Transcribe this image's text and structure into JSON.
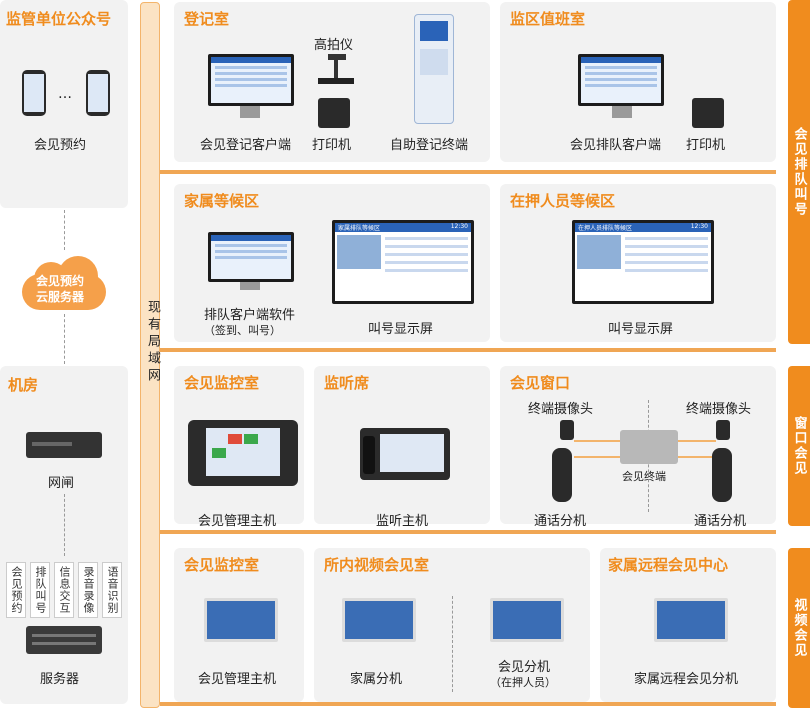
{
  "left": {
    "supervisor_title": "监管单位公众号",
    "ellipsis": "…",
    "booking_label": "会见预约",
    "cloud_label_1": "会见预约",
    "cloud_label_2": "云服务器",
    "machine_room_title": "机房",
    "gateway_label": "网闸",
    "server_modules": [
      "会见预约",
      "排队叫号",
      "信息交互",
      "录音录像",
      "语音识别"
    ],
    "server_label": "服务器"
  },
  "bus_label": "现有局域网",
  "sections": {
    "queue": "会见排队叫号",
    "window": "窗口会见",
    "video": "视频会见"
  },
  "registration": {
    "title": "登记室",
    "camera_label": "高拍仪",
    "client_label": "会见登记客户端",
    "printer_label": "打印机",
    "kiosk_label": "自助登记终端"
  },
  "duty": {
    "title": "监区值班室",
    "client_label": "会见排队客户端",
    "printer_label": "打印机"
  },
  "family_wait": {
    "title": "家属等候区",
    "software_label": "排队客户端软件",
    "software_sub": "（签到、叫号）",
    "screen_label": "叫号显示屏",
    "screen_header": "家属排队等候区",
    "screen_time": "12:30"
  },
  "inmate_wait": {
    "title": "在押人员等候区",
    "screen_label": "叫号显示屏",
    "screen_header": "在押人员排队等候区",
    "screen_time": "12:30"
  },
  "monitor_room": {
    "title": "会见监控室",
    "host_label": "会见管理主机"
  },
  "listen": {
    "title": "监听席",
    "host_label": "监听主机"
  },
  "window": {
    "title": "会见窗口",
    "camera_left": "终端摄像头",
    "camera_right": "终端摄像头",
    "terminal_label": "会见终端",
    "phone_left": "通话分机",
    "phone_right": "通话分机"
  },
  "video_monitor": {
    "title": "会见监控室",
    "host_label": "会见管理主机"
  },
  "video_room": {
    "title": "所内视频会见室",
    "family_label": "家属分机",
    "inmate_label": "会见分机",
    "inmate_sub": "（在押人员）"
  },
  "remote": {
    "title": "家属远程会见中心",
    "label": "家属远程会见分机"
  },
  "colors": {
    "accent": "#f08c1e",
    "panel": "#f2f2f2",
    "screen_blue": "#2a63b8"
  }
}
